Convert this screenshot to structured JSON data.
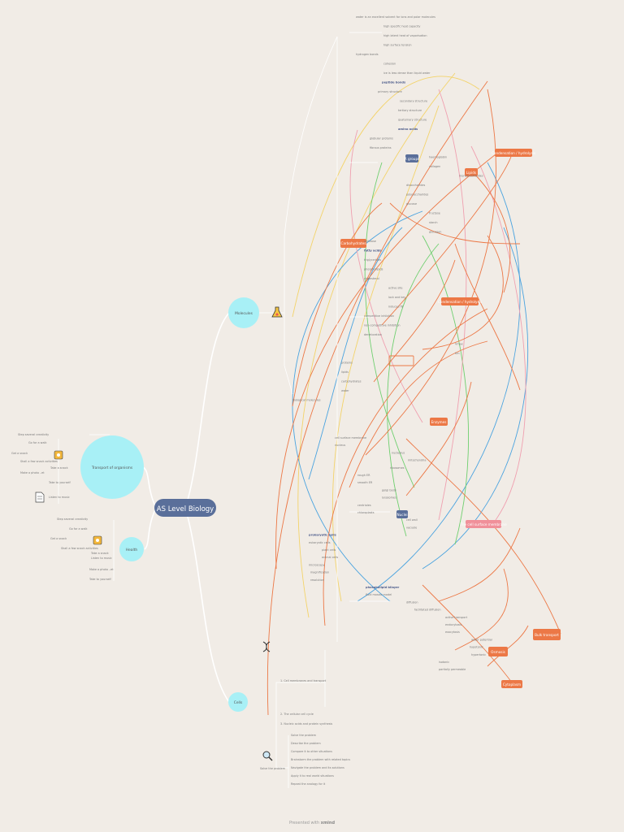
{
  "root": {
    "label": "AS Level Biology"
  },
  "main_topics": [
    {
      "id": "molecules",
      "label": "Molecules"
    },
    {
      "id": "transport",
      "label": "Transport of organisms"
    },
    {
      "id": "health",
      "label": "Health"
    },
    {
      "id": "cells",
      "label": "Cells"
    }
  ],
  "transport_items": [
    "Step several creativity",
    "Go for a walk",
    "Get a snack",
    "Shall a few snack activities",
    "Take a snack",
    "Make a photo ..et",
    "Take to yourself",
    "Listen to music"
  ],
  "health_items": [
    "Step several creativity",
    "Go for a walk",
    "Get a snack",
    "Shall a few snack activities",
    "Take a snack",
    "Make a photo ..et",
    "Take to yourself",
    "Listen to music"
  ],
  "cells_items": [
    "Solve the problem",
    "Describe the problem",
    "Compare it to other situations",
    "Brainstorm the problem with related topics",
    "Navigate the problem and its solutions",
    "Apply it to real world situations",
    "Repeat the analogy for it"
  ],
  "cells_labels": {
    "the_cells": "2. The cellular cell cycle",
    "membranes": "1. Cell membranes and transport",
    "nucleic": "3. Nucleic acids and protein synthesis",
    "solve": "Solve the problem"
  },
  "highlight_boxes": [
    {
      "label": "Carbohydrates",
      "color": "#ec7846"
    },
    {
      "label": "Condensation / hydrolysis",
      "color": "#ec7846"
    },
    {
      "label": "Condensation / hydrolysis",
      "color": "#ec7846"
    },
    {
      "label": "Lipids",
      "color": "#ec7846"
    },
    {
      "label": "Enzymes",
      "color": "#ec7846"
    },
    {
      "label": "Bulk transport",
      "color": "#ec7846"
    },
    {
      "label": "Osmosis",
      "color": "#ec7846"
    },
    {
      "label": "Cytoplasm",
      "color": "#ec7846"
    },
    {
      "label": "The cell surface membrane",
      "color": "#f0909a"
    },
    {
      "label": "R groups",
      "color": "#5a6f9a"
    },
    {
      "label": "Nuclei",
      "color": "#5a6f9a"
    }
  ],
  "molecule_text": [
    "water is an excellent solvent for ions and polar molecules",
    "high specific heat capacity",
    "high latent heat of vaporisation",
    "high surface tension",
    "hydrogen bonds",
    "cohesion",
    "ice is less dense than liquid water",
    "peptide bonds",
    "primary structure",
    "secondary structure",
    "tertiary structure",
    "quaternary structure",
    "amino acids",
    "globular proteins",
    "fibrous proteins",
    "haemoglobin",
    "collagen",
    "monosaccharides",
    "disaccharides",
    "polysaccharides",
    "glucose",
    "fructose",
    "starch",
    "glycogen",
    "cellulose",
    "fatty acids",
    "triglycerides",
    "phospholipids",
    "cholesterol",
    "active site",
    "lock and key",
    "induced fit",
    "competitive inhibition",
    "non-competitive inhibition",
    "denaturation",
    "Vmax",
    "Km",
    "proteins",
    "lipids",
    "carbohydrates",
    "water",
    "biological molecules"
  ],
  "cell_text": [
    "cell surface membrane",
    "nucleus",
    "nucleolus",
    "mitochondria",
    "ribosomes",
    "rough ER",
    "smooth ER",
    "golgi body",
    "lysosomes",
    "centrioles",
    "chloroplasts",
    "cell wall",
    "vacuole",
    "prokaryotic cells",
    "eukaryotic cells",
    "plant cells",
    "animal cells",
    "microscopy",
    "magnification",
    "resolution",
    "phospholipid bilayer",
    "fluid mosaic model",
    "diffusion",
    "facilitated diffusion",
    "active transport",
    "endocytosis",
    "exocytosis",
    "water potential",
    "hypotonic",
    "hypertonic",
    "isotonic",
    "partially permeable"
  ],
  "footer": {
    "prefix": "Presented with",
    "brand": "xmind"
  },
  "colors": {
    "background": "#f1ece6",
    "topic": "#a8f0f6",
    "root": "#5a6f9a",
    "orange": "#ec7846",
    "yellow": "#f3d36a",
    "green": "#6fcf6f",
    "blue": "#4aa3df",
    "pink": "#f0a0b0"
  }
}
